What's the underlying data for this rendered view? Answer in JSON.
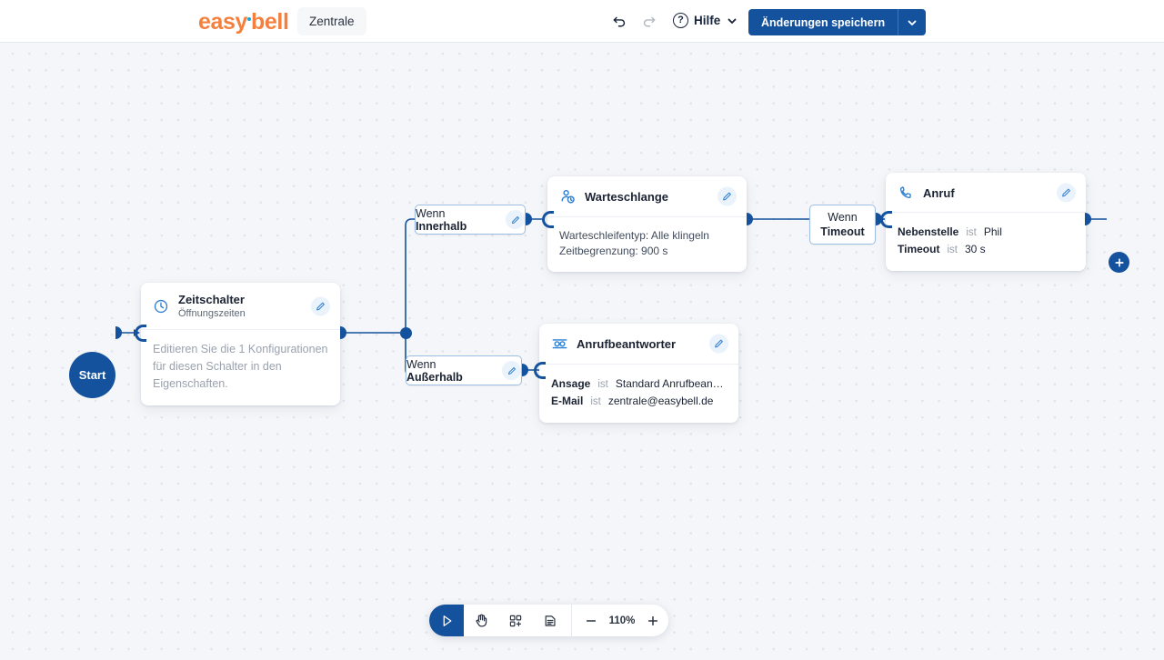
{
  "header": {
    "brand": "easybell",
    "context_chip": "Zentrale",
    "undo_icon": "undo-icon",
    "redo_icon": "redo-icon",
    "help_label": "Hilfe",
    "help_icon": "question-circle-icon",
    "help_chevron": "chevron-down-icon",
    "save_label": "Änderungen speichern",
    "save_caret_icon": "chevron-down-icon",
    "accent_orange": "#f5803e",
    "accent_blue": "#14529e"
  },
  "canvas": {
    "start_node": {
      "label": "Start"
    },
    "add_node_button": {
      "icon": "plus-icon"
    },
    "nodes": {
      "zeitschalter": {
        "icon": "clock-icon",
        "title": "Zeitschalter",
        "subtitle": "Öffnungszeiten",
        "edit_icon": "pencil-icon",
        "body": "Editieren Sie die 1 Konfigurationen für diesen Schalter in den Eigenschaften."
      },
      "wenn_innerhalb": {
        "prefix": "Wenn ",
        "strong": "Innerhalb",
        "edit_icon": "pencil-icon"
      },
      "wenn_ausserhalb": {
        "prefix": "Wenn ",
        "strong": "Außerhalb",
        "edit_icon": "pencil-icon"
      },
      "warteschlange": {
        "icon": "queue-user-clock-icon",
        "title": "Warteschlange",
        "edit_icon": "pencil-icon",
        "line1": "Warteschleifentyp: Alle klingeln",
        "line2": "Zeitbegrenzung: 900 s"
      },
      "anrufbeantworter": {
        "icon": "voicemail-icon",
        "title": "Anrufbeantworter",
        "edit_icon": "pencil-icon",
        "rows": [
          {
            "key": "Ansage",
            "op": "ist",
            "value": "Standard Anrufbean…"
          },
          {
            "key": "E-Mail",
            "op": "ist",
            "value": "zentrale@easybell.de"
          }
        ]
      },
      "wenn_timeout": {
        "prefix": "Wenn",
        "strong": "Timeout"
      },
      "anruf": {
        "icon": "phone-icon",
        "title": "Anruf",
        "edit_icon": "pencil-icon",
        "rows": [
          {
            "key": "Nebenstelle",
            "op": "ist",
            "value": "Phil"
          },
          {
            "key": "Timeout",
            "op": "ist",
            "value": "30 s"
          }
        ]
      }
    }
  },
  "bottom_toolbar": {
    "tools": [
      {
        "name": "select-pointer-tool",
        "icon": "cursor-icon",
        "active": true
      },
      {
        "name": "pan-hand-tool",
        "icon": "hand-icon",
        "active": false
      },
      {
        "name": "add-node-tool",
        "icon": "add-block-icon",
        "active": false
      },
      {
        "name": "notes-tool",
        "icon": "document-icon",
        "active": false
      }
    ],
    "zoom_out_icon": "minus-icon",
    "zoom_level": "110%",
    "zoom_in_icon": "plus-icon"
  }
}
